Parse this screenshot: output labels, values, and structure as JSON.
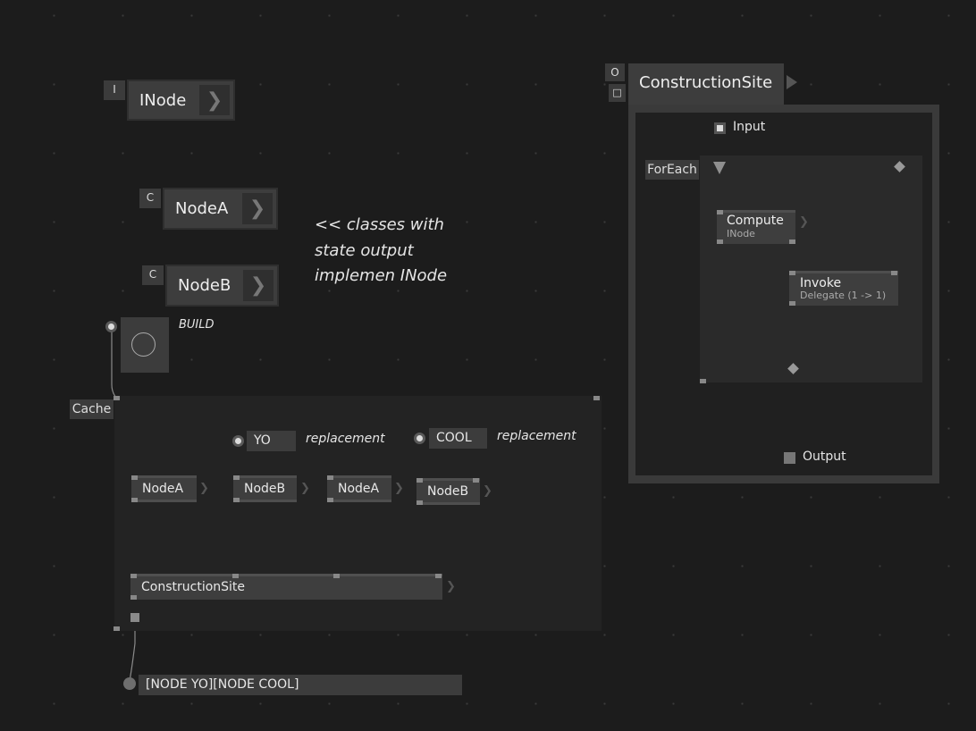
{
  "top_nodes": {
    "inode": {
      "tag": "I",
      "label": "INode",
      "chevron": "❯"
    },
    "nodea": {
      "tag": "C",
      "label": "NodeA",
      "chevron": "❯"
    },
    "nodeb": {
      "tag": "C",
      "label": "NodeB",
      "chevron": "❯"
    }
  },
  "comment": {
    "line1": "<< classes with",
    "line2": "state output",
    "line3": "implemen INode"
  },
  "build": {
    "label": "BUILD"
  },
  "cache": {
    "label": "Cache",
    "yo_value": "YO",
    "yo_comment": "replacement",
    "cool_value": "COOL",
    "cool_comment": "replacement",
    "nodes": [
      {
        "label": "NodeA"
      },
      {
        "label": "NodeB"
      },
      {
        "label": "NodeA"
      },
      {
        "label": "NodeB"
      }
    ],
    "construction_site": "ConstructionSite",
    "chevron": "❯"
  },
  "output_string": "[NODE YO][NODE COOL]",
  "patch": {
    "o_button": "O",
    "sq_button": "□",
    "title": "ConstructionSite",
    "input_label": "Input",
    "foreach_label": "ForEach",
    "compute_label": "Compute",
    "compute_sub": "INode",
    "invoke_label": "Invoke",
    "invoke_sub": "Delegate (1 -> 1)",
    "output_label": "Output",
    "chevron": "❯"
  },
  "colors": {
    "background": "#1c1c1c",
    "node": "#3d3d3d",
    "region": "#232323",
    "pin": "#888888"
  }
}
